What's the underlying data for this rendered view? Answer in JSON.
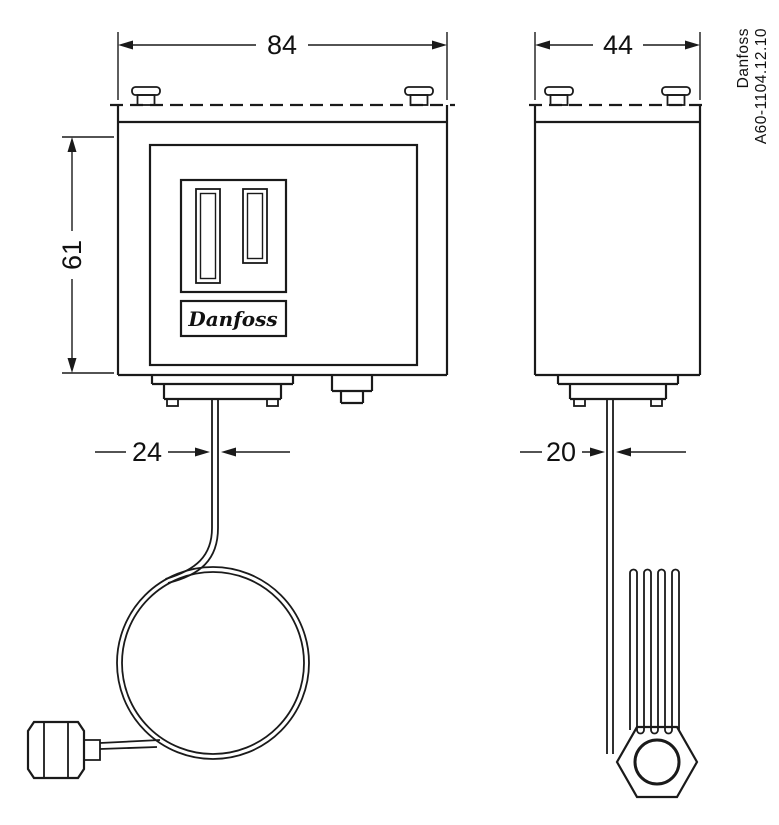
{
  "drawing": {
    "brand": "Danfoss",
    "doc_code": "A60-1104.12.10",
    "logo_text": "Danfoss",
    "dims": {
      "front_width": "84",
      "front_height": "61",
      "front_tube_offset": "24",
      "side_width": "44",
      "side_tube_offset": "20"
    },
    "colors": {
      "line": "#1a1a1a",
      "background": "#ffffff"
    }
  }
}
